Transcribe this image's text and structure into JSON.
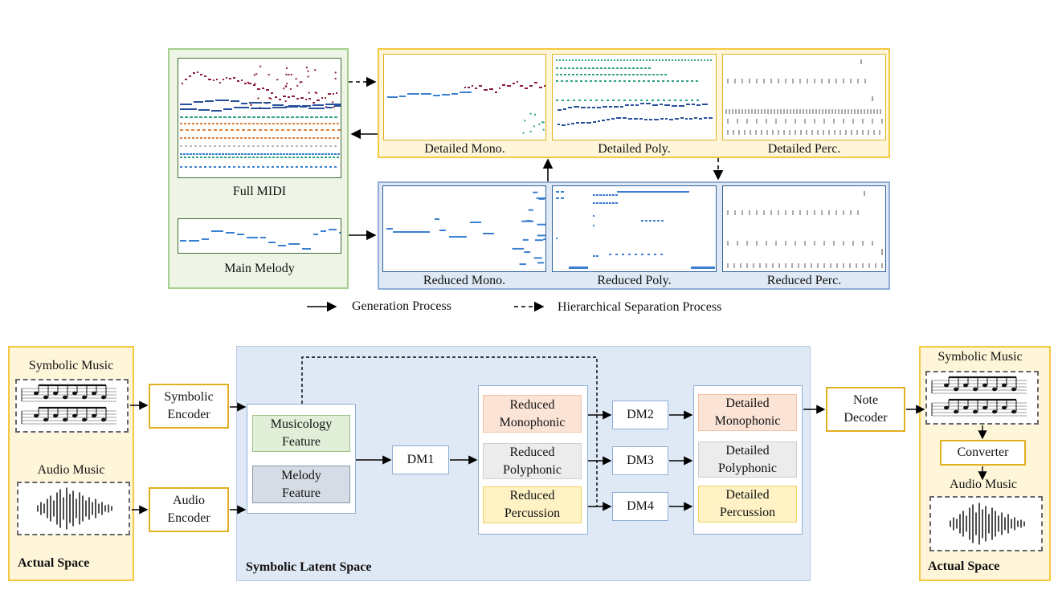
{
  "top": {
    "full_midi_label": "Full MIDI",
    "main_melody_label": "Main Melody",
    "detailed_labels": [
      "Detailed Mono.",
      "Detailed Poly.",
      "Detailed Perc."
    ],
    "reduced_labels": [
      "Reduced Mono.",
      "Reduced Poly.",
      "Reduced Perc."
    ],
    "legend": {
      "generation": "Generation Process",
      "separation": "Hierarchical Separation Process"
    }
  },
  "bottom": {
    "left_space": {
      "symbolic_music": "Symbolic Music",
      "audio_music": "Audio Music",
      "actual_space": "Actual Space"
    },
    "encoders": {
      "symbolic": [
        "Symbolic",
        "Encoder"
      ],
      "audio": [
        "Audio",
        "Encoder"
      ]
    },
    "latent_space_label": "Symbolic Latent Space",
    "features": {
      "musicology": [
        "Musicology",
        "Feature"
      ],
      "melody": [
        "Melody",
        "Feature"
      ]
    },
    "dm": [
      "DM1",
      "DM2",
      "DM3",
      "DM4"
    ],
    "reduced": {
      "mono": [
        "Reduced",
        "Monophonic"
      ],
      "poly": [
        "Reduced",
        "Polyphonic"
      ],
      "perc": [
        "Reduced",
        "Percussion"
      ]
    },
    "detailed": {
      "mono": [
        "Detailed",
        "Monophonic"
      ],
      "poly": [
        "Detailed",
        "Polyphonic"
      ],
      "perc": [
        "Detailed",
        "Percussion"
      ]
    },
    "note_decoder": [
      "Note",
      "Decoder"
    ],
    "right_space": {
      "symbolic_music": "Symbolic Music",
      "converter": "Converter",
      "audio_music": "Audio Music",
      "actual_space": "Actual Space"
    }
  },
  "colors": {
    "green_panel_bg": "#eef5e6",
    "green_panel_border": "#a6d08e",
    "yellow_panel_bg": "#fff6da",
    "yellow_panel_border": "#f5c842",
    "blue_panel_bg": "#dfe9f5",
    "blue_panel_border": "#8eaed6",
    "note_blue": "#3b7fd0",
    "note_dark_blue": "#27509a",
    "note_teal": "#2fa38a",
    "note_orange": "#e0823c",
    "note_maroon": "#8a1f3d",
    "mono_fill": "#fbe3d6",
    "poly_fill": "#ececec",
    "perc_fill": "#fff2c5",
    "musicology_fill": "#e1efd8",
    "melody_fill": "#d6dce5"
  }
}
